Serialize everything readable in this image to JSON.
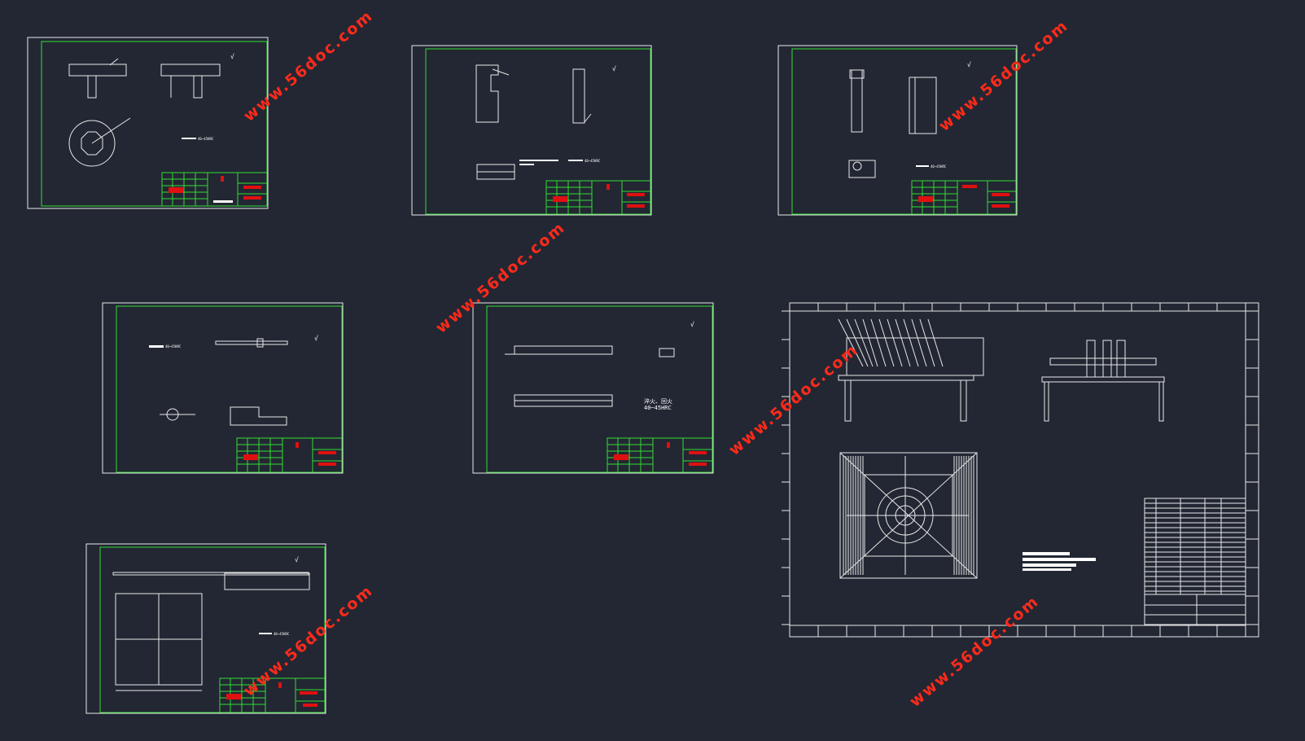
{
  "watermark": {
    "text": "www.56doc.com",
    "color": "#ff2a1a"
  },
  "colors": {
    "background": "#222733",
    "outer_border": "#e8e8e8",
    "inner_border": "#33dd33",
    "title_fill": "#e01010"
  },
  "sheets": [
    {
      "id": "sheet-1",
      "hardness_note": "40~45HRC"
    },
    {
      "id": "sheet-2",
      "hardness_note": "40~45HRC"
    },
    {
      "id": "sheet-3",
      "hardness_note": "40~45HRC"
    },
    {
      "id": "sheet-4",
      "hardness_note": "40~45HRC"
    },
    {
      "id": "sheet-5",
      "hardness_note": "40~45HRC",
      "heat_note": "淬火、回火"
    },
    {
      "id": "sheet-6",
      "hardness_note": "40~45HRC"
    },
    {
      "id": "sheet-7",
      "hardness_note": ""
    }
  ]
}
